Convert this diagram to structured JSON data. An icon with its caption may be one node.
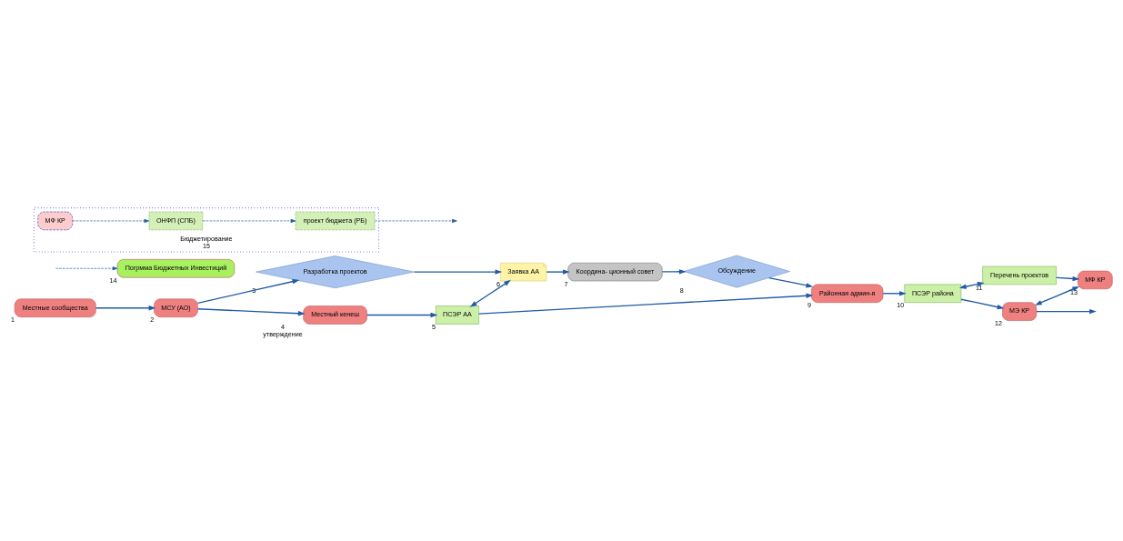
{
  "diagram": {
    "nodes": [
      {
        "text": [
          "Местные сообщества"
        ],
        "beside": [
          "1"
        ]
      },
      {
        "text": [
          "МСУ (АО)"
        ],
        "beside": [
          "2"
        ]
      },
      {
        "text": [
          "Разработка проектов"
        ],
        "beside": [
          "3"
        ]
      },
      {
        "text": [
          "Местный кенеш"
        ],
        "beside": [
          "4",
          "утверждение"
        ]
      },
      {
        "text": [
          "ПСЭР АА"
        ],
        "beside": [
          "5"
        ]
      },
      {
        "text": [
          "Заявка АА"
        ],
        "beside": [
          "6"
        ]
      },
      {
        "text": [
          "Координа- ционный совет"
        ],
        "beside": [
          "7"
        ]
      },
      {
        "text": [
          "Обсуждение"
        ],
        "beside": [
          "8"
        ]
      },
      {
        "text": [
          "Районная админ-я"
        ],
        "beside": [
          "9"
        ]
      },
      {
        "text": [
          "ПСЭР района"
        ],
        "beside": [
          "10"
        ]
      },
      {
        "text": [
          "Перечень проектов"
        ],
        "beside": [
          "11"
        ]
      },
      {
        "text": [
          "МЭ КР"
        ],
        "beside": [
          "12"
        ]
      },
      {
        "text": [
          "МФ КР"
        ],
        "beside": [
          "13"
        ]
      },
      {
        "text": [
          "Погрмма Бюджетных Инвестиций"
        ],
        "beside": [
          "14"
        ]
      },
      {
        "text": [
          "Бюджетирование"
        ],
        "beside": [
          "15"
        ]
      },
      {
        "text": [
          "МФ КР"
        ],
        "in": 14
      },
      {
        "text": [
          "ОНФП (СПБ)"
        ],
        "in": 14
      },
      {
        "text": [
          "проект бюджета (РБ)"
        ],
        "in": 14
      }
    ],
    "edges": [
      {
        "from": 0,
        "to": 1,
        "arrow": "to"
      },
      {
        "from": 1,
        "to": 2,
        "arrow": "to"
      },
      {
        "from": 1,
        "to": 3,
        "arrow": "to"
      },
      {
        "from": 2,
        "to": 5,
        "arrow": "to"
      },
      {
        "from": 3,
        "to": 4,
        "arrow": "to"
      },
      {
        "from": 4,
        "to": 5,
        "arrow": "both"
      },
      {
        "from": 5,
        "to": 6,
        "arrow": "to"
      },
      {
        "from": 6,
        "to": 7,
        "arrow": "to"
      },
      {
        "from": 7,
        "to": 8,
        "arrow": "to"
      },
      {
        "from": 4,
        "to": 8,
        "arrow": "to"
      },
      {
        "from": 8,
        "to": 9,
        "arrow": "to"
      },
      {
        "from": 9,
        "to": 10,
        "arrow": "both"
      },
      {
        "from": 10,
        "to": 12,
        "arrow": "to"
      },
      {
        "from": 9,
        "to": 11,
        "arrow": "to"
      },
      {
        "from": 11,
        "to": 12,
        "arrow": "both"
      },
      {
        "from": null,
        "to": 13,
        "arrow": "to",
        "style": "dashed"
      },
      {
        "from": 11,
        "to": null,
        "arrow": "to"
      },
      {
        "from": 15,
        "to": 16,
        "arrow": "to",
        "style": "dashed"
      },
      {
        "from": 16,
        "to": 17,
        "arrow": "to",
        "style": "dashed"
      },
      {
        "from": 17,
        "to": null,
        "arrow": "to",
        "style": "dashed"
      }
    ]
  }
}
